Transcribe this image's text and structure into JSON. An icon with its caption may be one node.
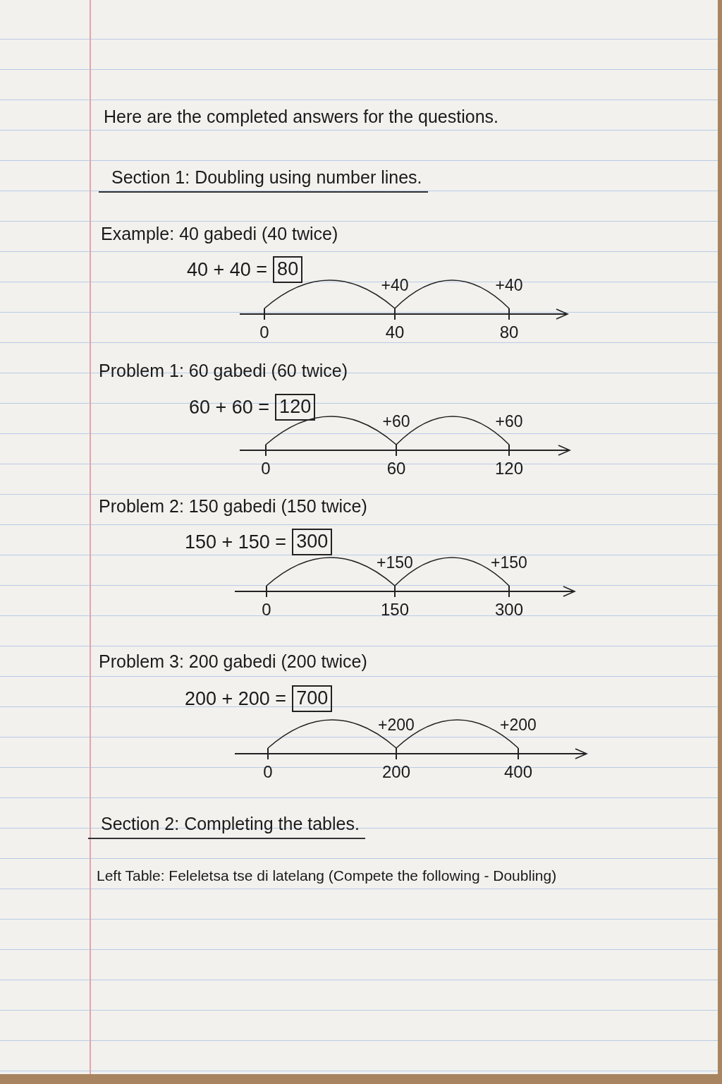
{
  "diagram": {
    "nodes": [
      {
        "text": [
          "80"
        ]
      },
      {
        "text": [
          "0"
        ]
      },
      {
        "text": [
          "40"
        ]
      },
      {
        "text": [
          "80"
        ]
      },
      {
        "text": [
          "120"
        ]
      },
      {
        "text": [
          "0"
        ]
      },
      {
        "text": [
          "60"
        ]
      },
      {
        "text": [
          "120"
        ]
      },
      {
        "text": [
          "300"
        ]
      },
      {
        "text": [
          "0"
        ]
      },
      {
        "text": [
          "150"
        ]
      },
      {
        "text": [
          "300"
        ]
      },
      {
        "text": [
          "700"
        ]
      },
      {
        "text": [
          "0"
        ]
      },
      {
        "text": [
          "200"
        ]
      },
      {
        "text": [
          "400"
        ]
      }
    ],
    "edges": [
      {
        "from": 1,
        "to": 2,
        "arrow": "none",
        "label": "+40"
      },
      {
        "from": 2,
        "to": 3,
        "arrow": "none",
        "label": "+40"
      },
      {
        "from": 5,
        "to": 6,
        "arrow": "none",
        "label": "+60"
      },
      {
        "from": 6,
        "to": 7,
        "arrow": "none",
        "label": "+60"
      },
      {
        "from": 9,
        "to": 10,
        "arrow": "none",
        "label": "+150"
      },
      {
        "from": 10,
        "to": 11,
        "arrow": "none",
        "label": "+150"
      },
      {
        "from": 13,
        "to": 14,
        "arrow": "none",
        "label": "+200"
      },
      {
        "from": 14,
        "to": 15,
        "arrow": "none",
        "label": "+200"
      }
    ],
    "labels": [
      "Here are the completed answers for the questions.",
      "Section 1: Doubling using number lines.",
      "Example: 40 gabedi (40 twice)",
      "40 + 40 =",
      "Problem 1: 60 gabedi (60 twice)",
      "60 + 60 =",
      "Problem 2: 150 gabedi (150 twice)",
      "150 + 150 =",
      "Problem 3: 200 gabedi (200 twice)",
      "200 + 200 =",
      "Section 2: Completing the tables.",
      "Left Table: Feleletsa tse di latelang (Compete the following - Doubling)"
    ]
  }
}
